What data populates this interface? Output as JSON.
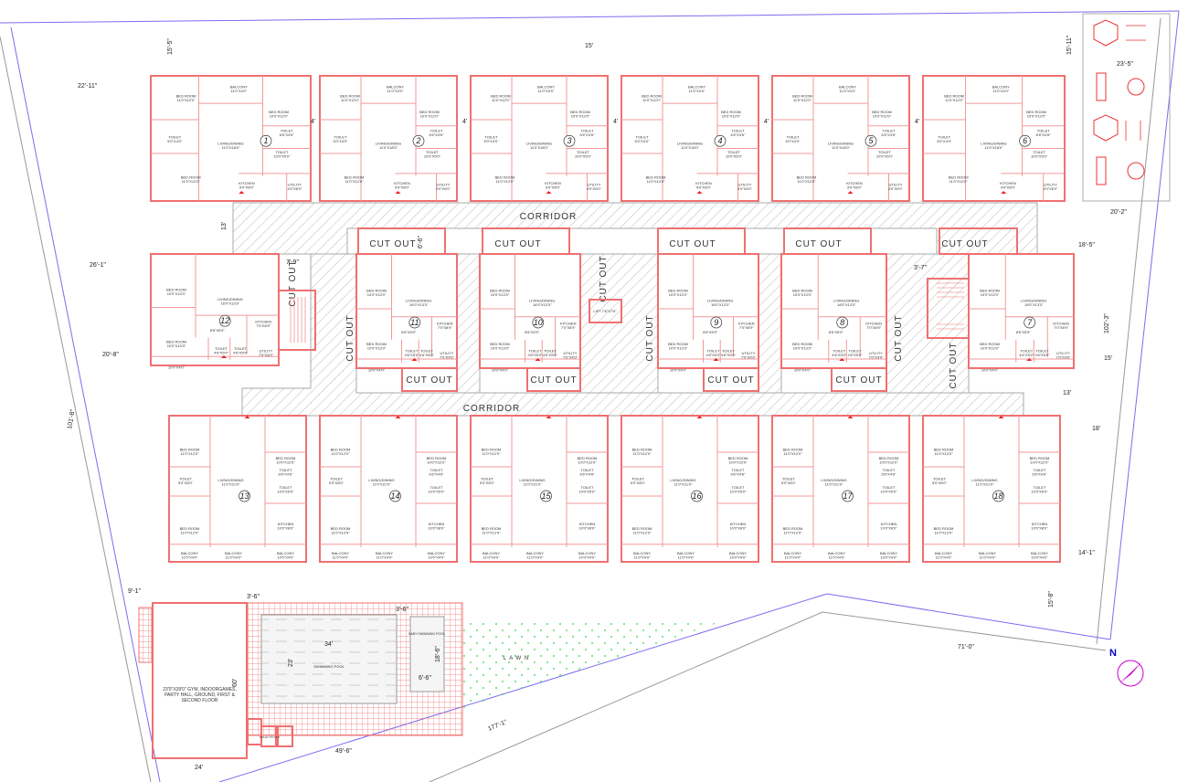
{
  "title": "Residential Apartment Site Plan",
  "labels": {
    "corridor": "CORRIDOR",
    "cut_out": "CUT OUT",
    "lawn": "L A W N",
    "swimming_pool": "SWIMMING POOL",
    "baby_pool": "BABY SWIMMING POOL",
    "clubhouse": "23'0\"X39'0\" GYM, INDOORGAMES, PARTY HALL, GROUND, FIRST & SECOND FLOOR",
    "lift": "LIFT 7'6\"X7'6\"",
    "toilet": "TOILET 3'6\"X4'0\"",
    "north": "N"
  },
  "room_types": {
    "top": [
      {
        "name": "BED ROOM",
        "dim": "11'0\"X12'0\""
      },
      {
        "name": "BALCONY",
        "dim": "11'0\"X4'0\""
      },
      {
        "name": "BED ROOM",
        "dim": "10'0\"X12'0\""
      },
      {
        "name": "TOILET",
        "dim": "5'0\"X4'0\""
      },
      {
        "name": "LIVING/DINING",
        "dim": "11'0\"X18'0\""
      },
      {
        "name": "TOILET",
        "dim": "6'6\"X4'6\""
      },
      {
        "name": "TOILET",
        "dim": "10'0\"X5'0\""
      },
      {
        "name": "KITCHEN",
        "dim": "9'0\"X8'0\""
      },
      {
        "name": "UTILITY",
        "dim": "4'0\"X6'0\""
      },
      {
        "name": "BED ROOM",
        "dim": "11'0\"X12'0\""
      }
    ],
    "mid": [
      {
        "name": "BED ROOM",
        "dim": "10'0\"X13'3\""
      },
      {
        "name": "LIVING/DINING",
        "dim": "16'0\"X13'3\""
      },
      {
        "name": "BED ROOM",
        "dim": "10'0\"X13'3\""
      },
      {
        "name": "KITCHEN",
        "dim": "7'0\"X8'9\""
      },
      {
        "name": "TOILET",
        "dim": "4'6\"X5'0\""
      },
      {
        "name": "TOILET",
        "dim": "4'6\"X5'0\""
      },
      {
        "name": "UTILITY",
        "dim": "7'0\"X4'0\""
      },
      {
        "name": "",
        "dim": "8'6\"X5'9\""
      },
      {
        "name": "",
        "dim": "10'0\"X4'0\""
      }
    ],
    "bottom": [
      {
        "name": "BED ROOM",
        "dim": "11'0\"X12'0\""
      },
      {
        "name": "LIVING/DINING",
        "dim": "11'0\"X21'0\""
      },
      {
        "name": "BED ROOM",
        "dim": "10'0\"X12'0\""
      },
      {
        "name": "TOILET",
        "dim": "5'0\"X8'0\""
      },
      {
        "name": "TOILET",
        "dim": "6'6\"X4'6\""
      },
      {
        "name": "TOILET",
        "dim": "10'0\"X5'0\""
      },
      {
        "name": "BED ROOM",
        "dim": "11'0\"X12'0\""
      },
      {
        "name": "KITCHEN",
        "dim": "10'0\"X8'0\""
      },
      {
        "name": "BALCONY",
        "dim": "11'0\"X4'0\""
      },
      {
        "name": "BALCONY",
        "dim": "11'0\"X4'0\""
      },
      {
        "name": "BALCONY",
        "dim": "10'0\"X4'0\""
      }
    ]
  },
  "units": [
    {
      "number": "1",
      "type": "top"
    },
    {
      "number": "2",
      "type": "top"
    },
    {
      "number": "3",
      "type": "top"
    },
    {
      "number": "4",
      "type": "top"
    },
    {
      "number": "5",
      "type": "top"
    },
    {
      "number": "6",
      "type": "top"
    },
    {
      "number": "12",
      "type": "mid"
    },
    {
      "number": "11",
      "type": "mid"
    },
    {
      "number": "10",
      "type": "mid"
    },
    {
      "number": "9",
      "type": "mid"
    },
    {
      "number": "8",
      "type": "mid"
    },
    {
      "number": "7",
      "type": "mid"
    },
    {
      "number": "13",
      "type": "bottom"
    },
    {
      "number": "14",
      "type": "bottom"
    },
    {
      "number": "15",
      "type": "bottom"
    },
    {
      "number": "16",
      "type": "bottom"
    },
    {
      "number": "17",
      "type": "bottom"
    },
    {
      "number": "18",
      "type": "bottom"
    }
  ],
  "dims": [
    "15'-5\"",
    "15'",
    "15'-11\"",
    "22'-11\"",
    "23'-5\"",
    "20'-2\"",
    "13'",
    "26'-1\"",
    "20'-8\"",
    "18'-5\"",
    "102'-3\"",
    "15'",
    "13'",
    "18'",
    "14'-1\"",
    "101'-8\"",
    "15'-8\"",
    "71'-0\"",
    "177'-1\"",
    "9'-1\"",
    "3'-6\"",
    "60'",
    "24'",
    "49'-6\"",
    "34'",
    "23'",
    "3'-6\"",
    "18'-6\"",
    "6'-6\"",
    "7'-9\"",
    "6'-6\"",
    "4'",
    "4'",
    "4'",
    "4'",
    "4'",
    "3'-7\""
  ],
  "colors": {
    "wall": "#f07070",
    "boundary": "#7b6cf0",
    "lawn": "#22dd44",
    "hatch": "#999999"
  }
}
